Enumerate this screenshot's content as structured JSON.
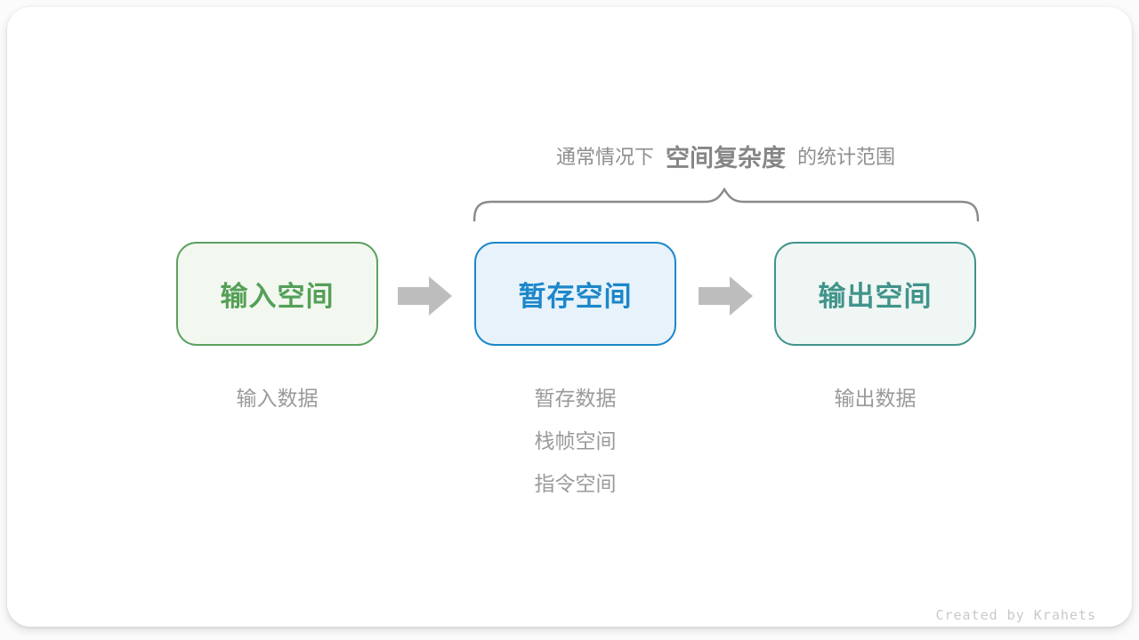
{
  "page": {
    "card_background": "#ffffff",
    "outer_background": "#fbfbfc"
  },
  "annotation": {
    "prefix": "通常情况下",
    "highlight": "空间复杂度",
    "suffix": "的统计范围",
    "text_color": "#8e8e8e",
    "brace_color": "#8a8a8a"
  },
  "boxes": [
    {
      "label": "输入空间",
      "border_color": "#5ca15f",
      "fill_color": "#f2f8f0",
      "text_color": "#54a057"
    },
    {
      "label": "暂存空间",
      "border_color": "#1c87c9",
      "fill_color": "#e7f2fb",
      "text_color": "#1c87c9"
    },
    {
      "label": "输出空间",
      "border_color": "#40948b",
      "fill_color": "#eff6f4",
      "text_color": "#40948b"
    }
  ],
  "arrows": {
    "color": "#bdbdbd",
    "direction": "right"
  },
  "labels": {
    "color": "#9a9a9a",
    "column1": [
      "输入数据"
    ],
    "column2": [
      "暂存数据",
      "栈帧空间",
      "指令空间"
    ],
    "column3": [
      "输出数据"
    ]
  },
  "watermark": {
    "text": "Created by Krahets",
    "color": "#c9c9c9"
  }
}
